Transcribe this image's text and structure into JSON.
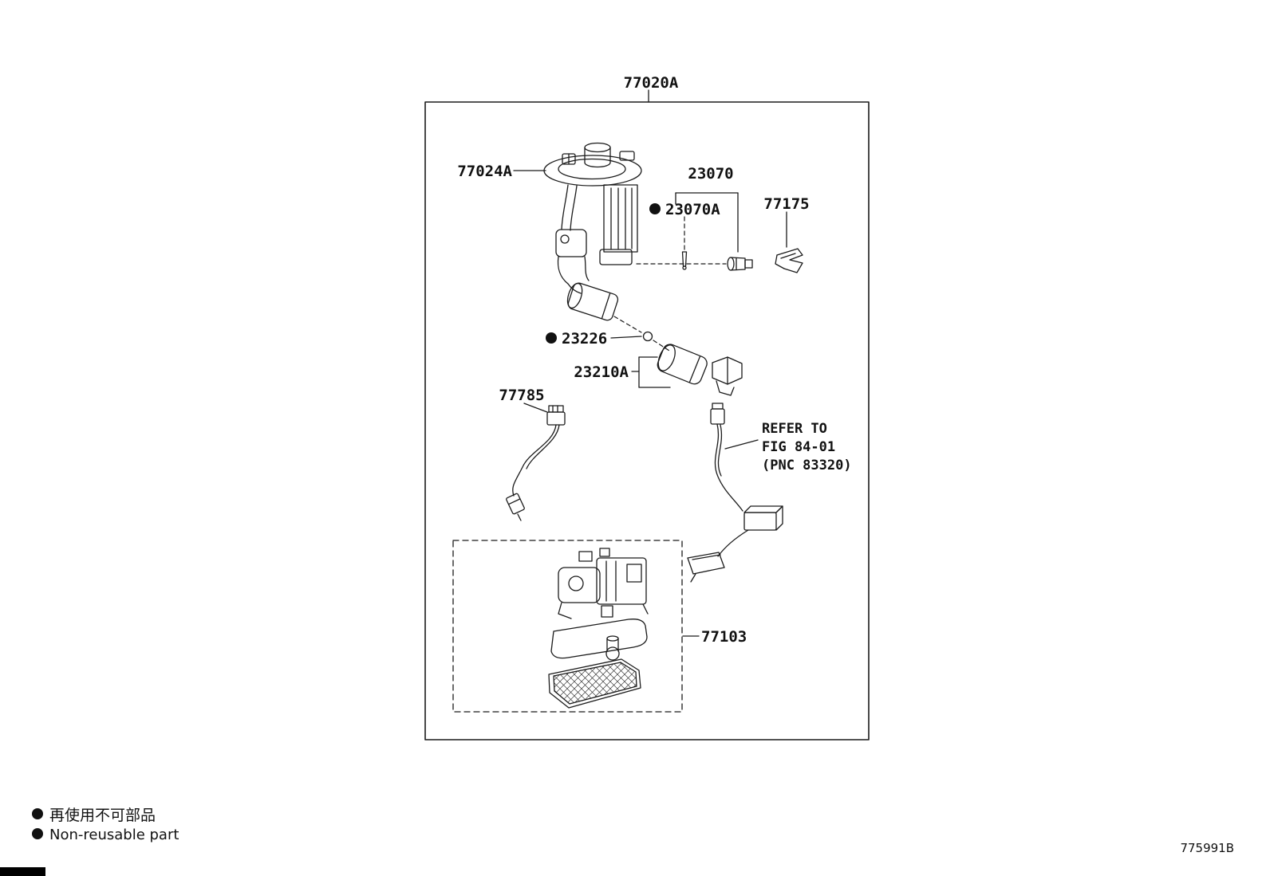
{
  "page": {
    "background": "#ffffff",
    "line_color": "#1b1b1b"
  },
  "diagram": {
    "main_part": "77020A",
    "callouts": {
      "c77024A": "77024A",
      "c23070": "23070",
      "c23070A": "23070A",
      "c77175": "77175",
      "c23226": "23226",
      "c23210A": "23210A",
      "c77785": "77785",
      "c77103": "77103"
    },
    "refer_note": {
      "line1": "REFER TO",
      "line2": "FIG 84-01",
      "line3": "(PNC 83320)"
    }
  },
  "legend": {
    "jp": "再使用不可部品",
    "en": "Non-reusable part"
  },
  "footer": {
    "doc_number": "775991B"
  }
}
